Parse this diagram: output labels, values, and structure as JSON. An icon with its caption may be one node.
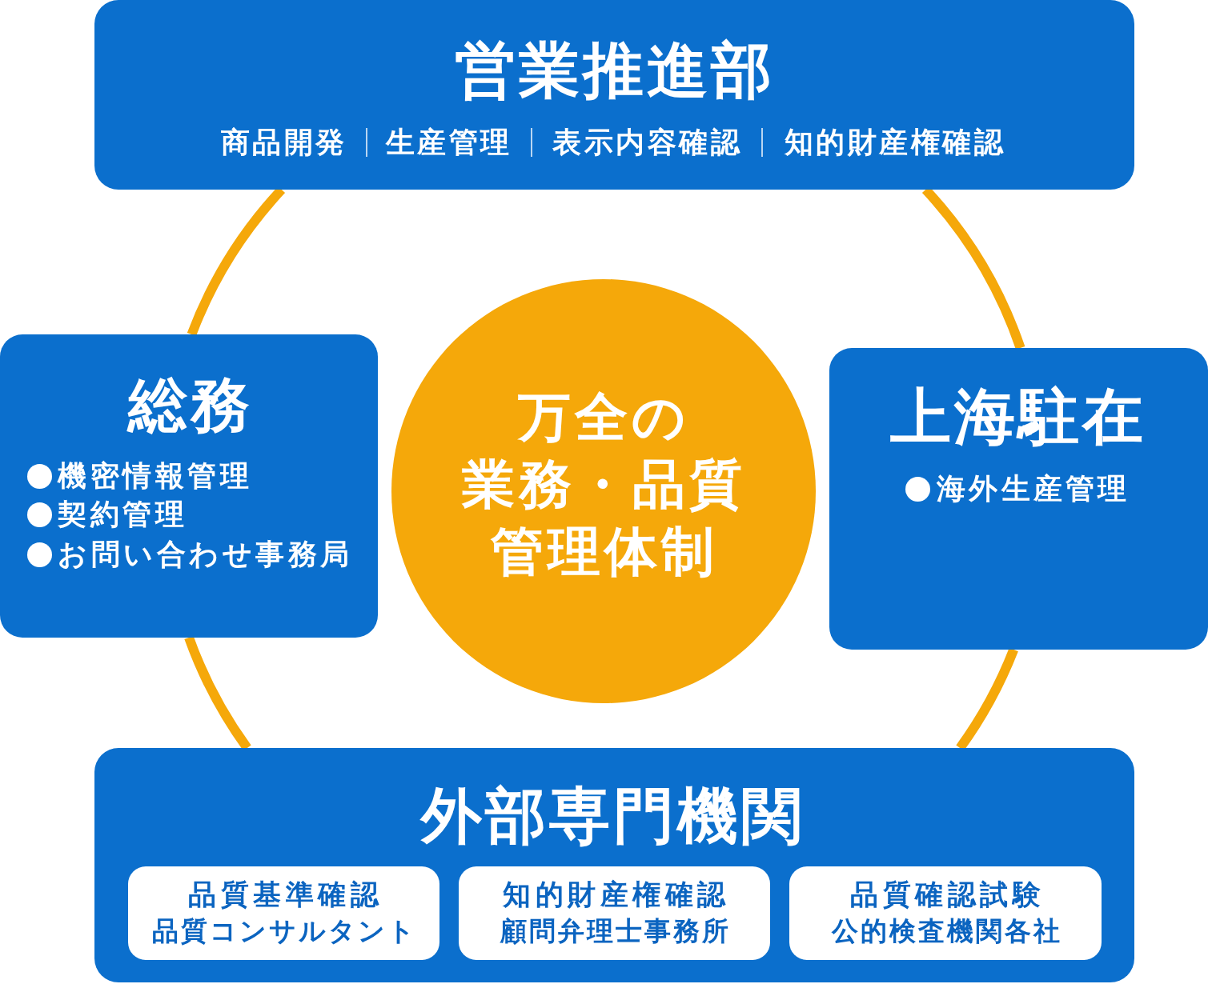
{
  "diagram": {
    "nodes": [
      {
        "text": [
          "営業推進部",
          "商品開発",
          "生産管理",
          "表示内容確認",
          "知的財産権確認"
        ]
      },
      {
        "text": [
          "総務",
          "機密情報管理",
          "契約管理",
          "お問い合わせ事務局"
        ]
      },
      {
        "text": [
          "万全の業務・品質管理体制"
        ]
      },
      {
        "text": [
          "上海駐在",
          "海外生産管理"
        ]
      },
      {
        "text": [
          "外部専門機関"
        ]
      },
      {
        "text": [
          "品質基準確認",
          "品質コンサルタント"
        ],
        "in": 4
      },
      {
        "text": [
          "知的財産権確認",
          "顧問弁理士事務所"
        ],
        "in": 4
      },
      {
        "text": [
          "品質確認試験",
          "公的検査機関各社"
        ],
        "in": 4
      }
    ],
    "edges": [
      {
        "from": 0,
        "to": 1,
        "arrow": "none"
      },
      {
        "from": 1,
        "to": 4,
        "arrow": "none"
      },
      {
        "from": 4,
        "to": 3,
        "arrow": "none"
      },
      {
        "from": 3,
        "to": 0,
        "arrow": "none"
      }
    ]
  }
}
